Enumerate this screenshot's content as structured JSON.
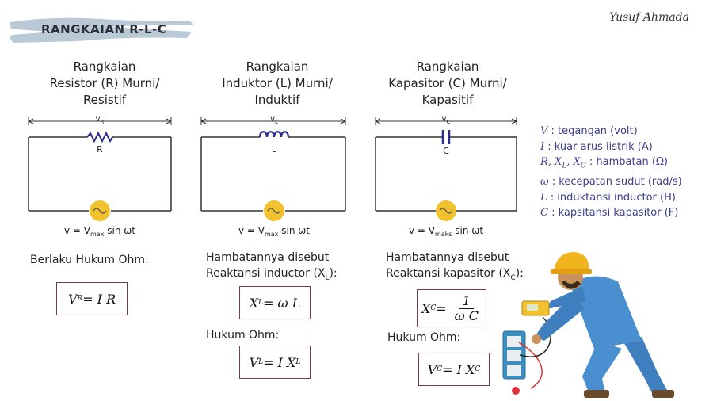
{
  "header": {
    "title": "RANGKAIAN R-L-C",
    "author": "Yusuf Ahmada"
  },
  "columns": [
    {
      "title_lines": [
        "Rangkaian",
        "Resistor (R) Murni/",
        "Resistif"
      ],
      "voltage_label": "v",
      "voltage_sub": "R",
      "component_label": "R",
      "source_prefix": "v = V",
      "source_sub": "max",
      "source_suffix": " sin ωt",
      "caption_lines": [
        "Berlaku Hukum Ohm:"
      ],
      "formula_lhs": "V",
      "formula_lhs_sub": "R",
      "formula_rhs": " = I R"
    },
    {
      "title_lines": [
        "Rangkaian",
        "Induktor (L) Murni/",
        "Induktif"
      ],
      "voltage_label": "v",
      "voltage_sub": "L",
      "component_label": "L",
      "source_prefix": "v = V",
      "source_sub": "max",
      "source_suffix": " sin ωt",
      "caption_lines": [
        "Hambatannya disebut",
        "Reaktansi inductor (X",
        "L",
        "):"
      ],
      "formula_lhs": "X",
      "formula_lhs_sub": "L",
      "formula_rhs": " = ω L",
      "caption2": "Hukum Ohm:",
      "formula2_lhs": "V",
      "formula2_lhs_sub": "L",
      "formula2_rhs": " = I X",
      "formula2_rhs_sub": "L"
    },
    {
      "title_lines": [
        "Rangkaian",
        "Kapasitor (C) Murni/",
        "Kapasitif"
      ],
      "voltage_label": "v",
      "voltage_sub": "C",
      "component_label": "C",
      "source_prefix": "v = V",
      "source_sub": "maks",
      "source_suffix": " sin ωt",
      "caption_lines": [
        "Hambatannya disebut",
        "Reaktansi kapasitor (X",
        "C",
        "):"
      ],
      "formula_lhs": "X",
      "formula_lhs_sub": "C",
      "formula_eq": " =",
      "formula_num": "1",
      "formula_den": "ω C",
      "caption2": "Hukum Ohm:",
      "formula2_lhs": "V",
      "formula2_lhs_sub": "C",
      "formula2_rhs": " = I X",
      "formula2_rhs_sub": "C"
    }
  ],
  "legend": [
    {
      "sym": "V",
      "text": " : tegangan (volt)"
    },
    {
      "sym": "I",
      "text": " : kuar arus listrik (A)"
    },
    {
      "sym": "R, X",
      "sub1": "L",
      "sym2": ", X",
      "sub2": "C",
      "text": " : hambatan (Ω)"
    },
    {
      "sym": "ω",
      "text": " : kecepatan sudut (rad/s)"
    },
    {
      "sym": "L",
      "text": " : induktansi inductor  (H)"
    },
    {
      "sym": "C",
      "text": " : kapsitansi kapasitor (F)"
    }
  ],
  "colors": {
    "title_brush": "#b9c9d6",
    "formula_border": "#7a3a55",
    "legend_text": "#3d3d8f",
    "source_fill": "#f2c12e",
    "component": "#2c2c8c",
    "wire": "#333333",
    "worker_suit": "#4a8fd0",
    "helmet": "#f2b41c",
    "record_dot": "#e0303a"
  }
}
